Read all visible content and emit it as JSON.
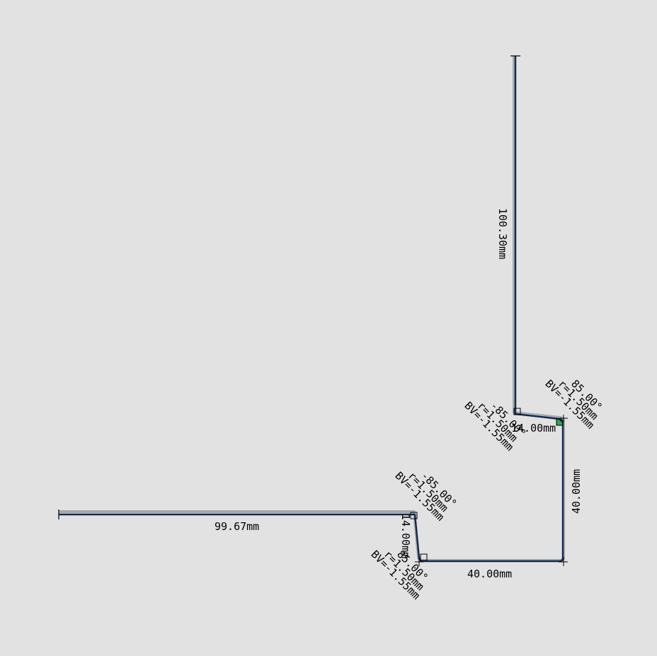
{
  "profile": {
    "segments": [
      {
        "id": "top-flange",
        "length": "100.30mm"
      },
      {
        "id": "upper-return",
        "length": "14.00mm"
      },
      {
        "id": "right-web",
        "length": "40.00mm"
      },
      {
        "id": "bottom-web",
        "length": "40.00mm"
      },
      {
        "id": "lower-return",
        "length": "14.00mm"
      },
      {
        "id": "left-flange",
        "length": "99.67mm"
      }
    ],
    "bends": [
      {
        "id": "bend-upper-left",
        "angle": "-85.00°",
        "radius": "r=1.50mm",
        "bv": "BV=-1.55mm"
      },
      {
        "id": "bend-upper-right",
        "angle": "85.00°",
        "radius": "r=1.50mm",
        "bv": "BV=-1.55mm"
      },
      {
        "id": "bend-lower-left-top",
        "angle": "-85.00°",
        "radius": "r=1.50mm",
        "bv": "BV=-1.55mm"
      },
      {
        "id": "bend-lower-left-bottom",
        "angle": "85.00°",
        "radius": "r=1.50mm",
        "bv": "BV=-1.55mm"
      }
    ]
  },
  "colors": {
    "background": "#e2e2e2",
    "profile_line": "#0e2a52",
    "shadow_line": "#9a9a9a",
    "bend_marker": "#2ea84a"
  }
}
